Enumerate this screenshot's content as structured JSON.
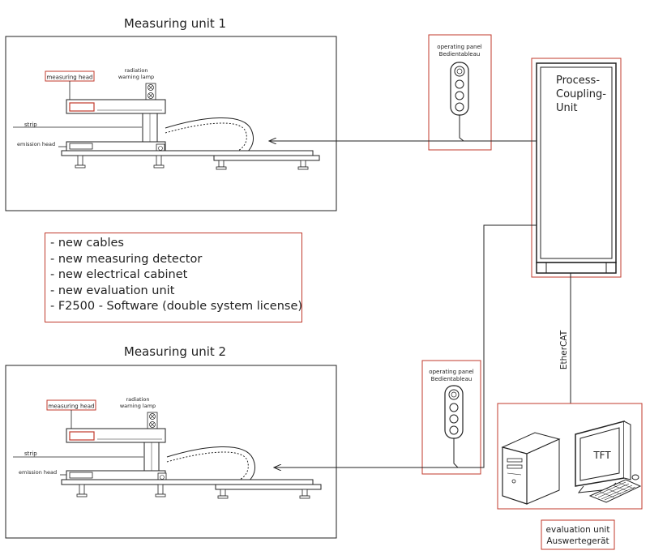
{
  "unit1": {
    "title": "Measuring unit 1",
    "measuring_head": "measuring head",
    "lamp_line1": "radiation",
    "lamp_line2": "warning lamp",
    "strip": "strip",
    "emission_head": "emission head"
  },
  "unit2": {
    "title": "Measuring unit 2",
    "measuring_head": "measuring head",
    "lamp_line1": "radiation",
    "lamp_line2": "warning lamp",
    "strip": "strip",
    "emission_head": "emission head"
  },
  "panel1": {
    "line1": "operating panel",
    "line2": "Bedientableau"
  },
  "panel2": {
    "line1": "operating panel",
    "line2": "Bedientableau"
  },
  "pcu": {
    "line1": "Process-",
    "line2": "Coupling-",
    "line3": "Unit"
  },
  "features": [
    "new cables",
    "new measuring detector",
    "new electrical cabinet",
    "new evaluation unit",
    "F2500 - Software (double system license)"
  ],
  "ethercat": "EtherCAT",
  "tft": "TFT",
  "evaluation": {
    "line1": "evaluation unit",
    "line2": "Auswertegerät"
  },
  "colors": {
    "accent": "#c0392b",
    "line": "#222222"
  }
}
